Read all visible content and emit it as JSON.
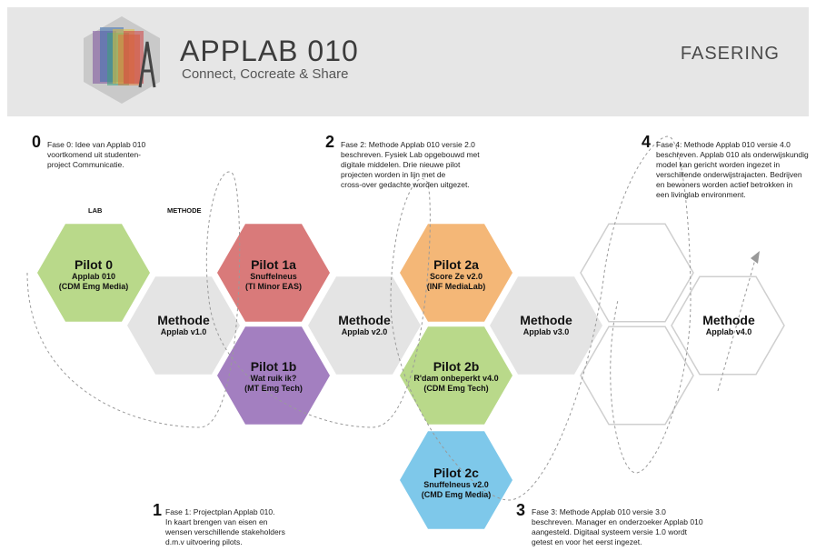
{
  "header": {
    "title": "APPLAB 010",
    "subtitle": "Connect, Cocreate & Share",
    "section": "FASERING"
  },
  "column_labels": {
    "lab": "LAB",
    "methode": "METHODE"
  },
  "hexagons": [
    {
      "title": "Pilot 0",
      "line1": "Applab 010",
      "line2": "(CDM Emg Media)",
      "color": "#b9d98a"
    },
    {
      "title": "Methode",
      "line1": "Applab v1.0",
      "line2": "",
      "color": "#e4e4e4"
    },
    {
      "title": "Pilot 1a",
      "line1": "Snuffelneus",
      "line2": "(TI Minor EAS)",
      "color": "#d97a7a"
    },
    {
      "title": "Pilot 1b",
      "line1": "Wat ruik ik?",
      "line2": "(MT Emg Tech)",
      "color": "#a37fc0"
    },
    {
      "title": "Methode",
      "line1": "Applab v2.0",
      "line2": "",
      "color": "#e4e4e4"
    },
    {
      "title": "Pilot 2a",
      "line1": "Score Ze v2.0",
      "line2": "(INF MediaLab)",
      "color": "#f4b777"
    },
    {
      "title": "Pilot 2b",
      "line1": "R'dam onbeperkt v4.0",
      "line2": "(CDM Emg Tech)",
      "color": "#b9d98a"
    },
    {
      "title": "Pilot 2c",
      "line1": "Snuffelneus v2.0",
      "line2": "(CMD Emg Media)",
      "color": "#7ec8ea"
    },
    {
      "title": "Methode",
      "line1": "Applab v3.0",
      "line2": "",
      "color": "#e4e4e4"
    },
    {
      "title": "Methode",
      "line1": "Applab v4.0",
      "line2": "",
      "color": "#ffffff"
    }
  ],
  "notes": [
    {
      "num": "0",
      "lines": [
        "Fase 0: Idee van Applab 010",
        "voortkomend uit studenten-",
        "project Communicatie."
      ]
    },
    {
      "num": "1",
      "lines": [
        "Fase 1: Projectplan Applab 010.",
        "In kaart brengen van eisen en",
        "wensen verschillende stakeholders",
        "d.m.v uitvoering pilots."
      ]
    },
    {
      "num": "2",
      "lines": [
        "Fase 2: Methode Applab 010 versie 2.0",
        "beschreven. Fysiek Lab opgebouwd met",
        "digitale middelen. Drie nieuwe pilot",
        "projecten worden in lijn met de",
        "cross-over gedachte worden uitgezet."
      ]
    },
    {
      "num": "3",
      "lines": [
        "Fase 3: Methode Applab 010 versie 3.0",
        "beschreven. Manager en onderzoeker Applab 010",
        "aangesteld. Digitaal systeem versie 1.0 wordt",
        "getest en voor het eerst ingezet."
      ]
    },
    {
      "num": "4",
      "lines": [
        "Fase 4: Methode Applab 010 versie 4.0",
        "beschreven. Applab 010 als onderwijskundig",
        "model kan gericht worden ingezet in",
        "verschillende onderwijstrajacten. Bedrijven",
        "en bewoners worden actief betrokken in",
        "een livinglab environment."
      ]
    }
  ]
}
